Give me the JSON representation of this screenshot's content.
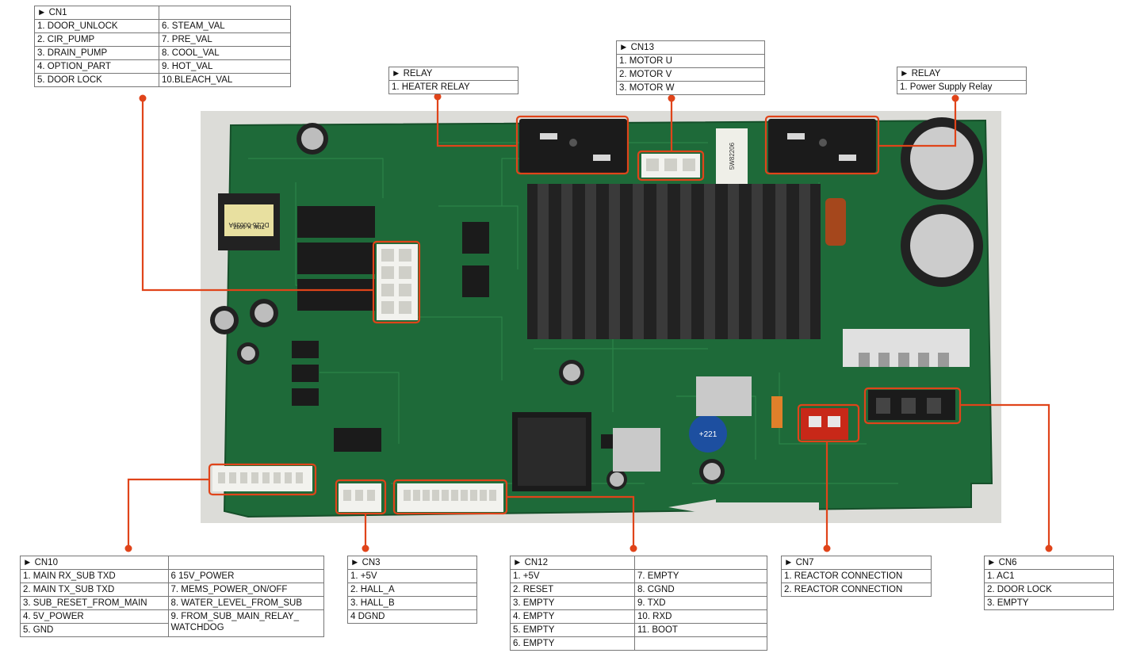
{
  "colors": {
    "leader": "#e0441a",
    "board": "#1f6b3a",
    "table_border": "#777777"
  },
  "cn1": {
    "title": "► CN1",
    "rows": [
      [
        "1.  DOOR_UNLOCK",
        "6.  STEAM_VAL"
      ],
      [
        "2.  CIR_PUMP",
        "7.  PRE_VAL"
      ],
      [
        "3.  DRAIN_PUMP",
        "8.  COOL_VAL"
      ],
      [
        "4.  OPTION_PART",
        "9.  HOT_VAL"
      ],
      [
        "5.  DOOR LOCK",
        "10.BLEACH_VAL"
      ]
    ]
  },
  "relay_heater": {
    "title": "► RELAY",
    "rows": [
      "1.  HEATER RELAY"
    ]
  },
  "cn13": {
    "title": "► CN13",
    "rows": [
      "1.  MOTOR U",
      "2.  MOTOR V",
      "3.  MOTOR W"
    ]
  },
  "relay_power": {
    "title": "► RELAY",
    "rows": [
      "1.    Power Supply Relay"
    ]
  },
  "cn10": {
    "title": "► CN10",
    "rows": [
      [
        "1.  MAIN RX_SUB TXD",
        "6  15V_POWER"
      ],
      [
        "2.  MAIN TX_SUB TXD",
        "7.  MEMS_POWER_ON/OFF"
      ],
      [
        "3.  SUB_RESET_FROM_MAIN",
        "8.  WATER_LEVEL_FROM_SUB"
      ],
      [
        "4.  5V_POWER",
        "9.  FROM_SUB_MAIN_RELAY_ WATCHDOG"
      ],
      [
        "5.  GND",
        ""
      ]
    ]
  },
  "cn3": {
    "title": "► CN3",
    "rows": [
      "1.  +5V",
      "2.  HALL_A",
      "3.  HALL_B",
      "4   DGND"
    ]
  },
  "cn12": {
    "title": "► CN12",
    "rows": [
      [
        "1.  +5V",
        "7.  EMPTY"
      ],
      [
        "2.  RESET",
        "8.  CGND"
      ],
      [
        "3.  EMPTY",
        "9.  TXD"
      ],
      [
        "4.  EMPTY",
        "10. RXD"
      ],
      [
        "5.  EMPTY",
        "11. BOOT"
      ],
      [
        "6.  EMPTY",
        ""
      ]
    ]
  },
  "cn7": {
    "title": "► CN7",
    "rows": [
      "1.  REACTOR CONNECTION",
      "2.  REACTOR CONNECTION"
    ]
  },
  "cn6": {
    "title": "► CN6",
    "rows": [
      "1.  AC1",
      "2.  DOOR LOCK",
      "3.  EMPTY"
    ]
  },
  "board_marks": {
    "cap_label": "+221",
    "transformer_label": "DC26-00039A",
    "transformer_sub": "TDK  ✕  1037",
    "resistor_label": "5W82206"
  }
}
